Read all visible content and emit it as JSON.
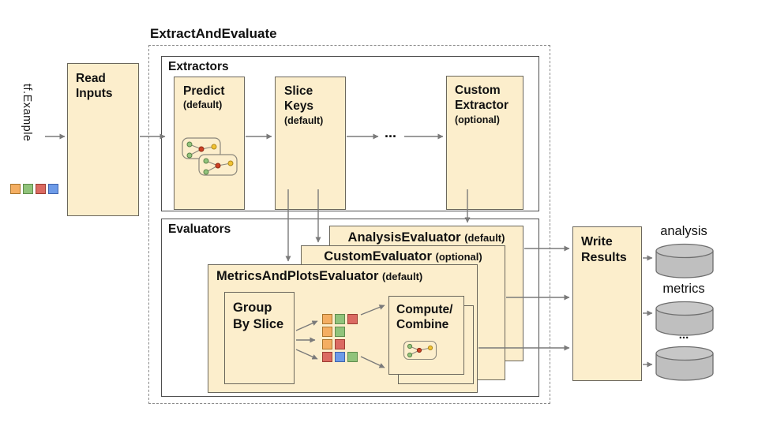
{
  "title": "ExtractAndEvaluate",
  "input": {
    "label": "tf.Example",
    "squares": [
      "orange",
      "green",
      "red",
      "blue"
    ]
  },
  "palette": {
    "orange": {
      "fill": "#F4AE62",
      "border": "#a9742c"
    },
    "green": {
      "fill": "#90C37B",
      "border": "#5f8c4c"
    },
    "red": {
      "fill": "#DB6A62",
      "border": "#9c3c32"
    },
    "blue": {
      "fill": "#6D9BE8",
      "border": "#3f64ad"
    }
  },
  "read_inputs": {
    "label": "Read\nInputs"
  },
  "extractors": {
    "label": "Extractors",
    "predict": {
      "title": "Predict",
      "subtitle": "(default)"
    },
    "slice_keys": {
      "title": "Slice\nKeys",
      "subtitle": "(default)"
    },
    "ellipsis": "...",
    "custom": {
      "title": "Custom\nExtractor",
      "subtitle": "(optional)"
    }
  },
  "evaluators": {
    "label": "Evaluators",
    "analysis": {
      "title": "AnalysisEvaluator",
      "subtitle": "(default)"
    },
    "custom": {
      "title": "CustomEvaluator",
      "subtitle": "(optional)"
    },
    "metrics_plots": {
      "title": "MetricsAndPlotsEvaluator",
      "subtitle": "(default)"
    },
    "group_by_slice": {
      "label": "Group\nBy Slice"
    },
    "compute_combine": {
      "label": "Compute/\nCombine"
    },
    "slice_rows": [
      [
        "orange",
        "green",
        "red"
      ],
      [
        "orange",
        "green"
      ],
      [
        "orange",
        "red"
      ],
      [
        "red",
        "blue",
        "green"
      ]
    ]
  },
  "write_results": {
    "label": "Write\nResults"
  },
  "outputs": [
    {
      "label": "analysis"
    },
    {
      "label": "metrics"
    },
    {
      "label": "..."
    }
  ],
  "colors": {
    "box_fill": "#FCEECC",
    "box_border": "#6b675c",
    "arrow": "#7a7a7a",
    "cylinder_fill": "#BFBFBF",
    "cylinder_border": "#6e6e6e"
  }
}
